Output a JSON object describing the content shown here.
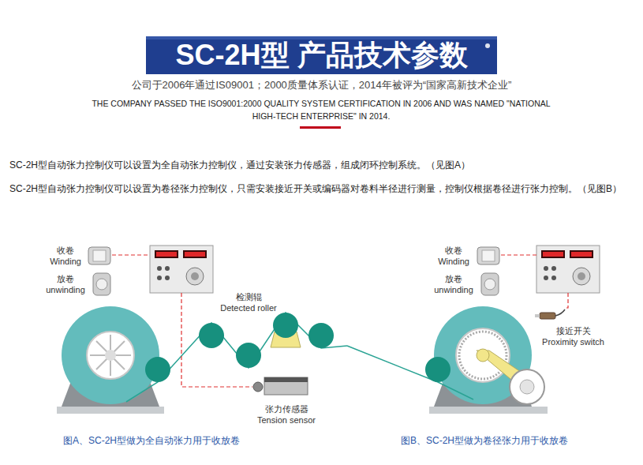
{
  "diagram": {
    "title": "SC-2H型 产品技术参数",
    "nodes": [
      {
        "text": [
          "收卷",
          "Winding"
        ]
      },
      {
        "text": [
          "放卷",
          "unwinding"
        ]
      },
      {
        "text": [
          "检测辊",
          "Detected roller"
        ]
      },
      {
        "text": [
          "张力传感器",
          "Tension sensor"
        ]
      },
      {
        "text": [
          "收卷",
          "Winding"
        ]
      },
      {
        "text": [
          "放卷",
          "unwinding"
        ]
      },
      {
        "text": [
          "接近开关",
          "Proximity switch"
        ]
      }
    ],
    "labels": [
      "公司于2006年通过IS09001；2000质量体系认证，2014年被评为“国家高新技术企业”",
      "THE COMPANY PASSED THE ISO9001:2000 QUALITY SYSTEM CERTIFICATION IN 2006 AND WAS NAMED \"NATIONAL HIGH-TECH ENTERPRISE\" IN 2014.",
      "SC-2H型自动张力控制仪可以设置为全自动张力控制仪，通过安装张力传感器，组成闭环控制系统。（见图A）",
      "SC-2H型自动张力控制仪可以设置为卷径张力控制仪，只需安装接近开关或编码器对卷料半径进行测量，控制仪根据卷径进行张力控制。（见图B）",
      "图A、SC-2H型做为全自动张力用于收放卷",
      "图B、SC-2H型做为卷径张力用于收放卷"
    ]
  }
}
